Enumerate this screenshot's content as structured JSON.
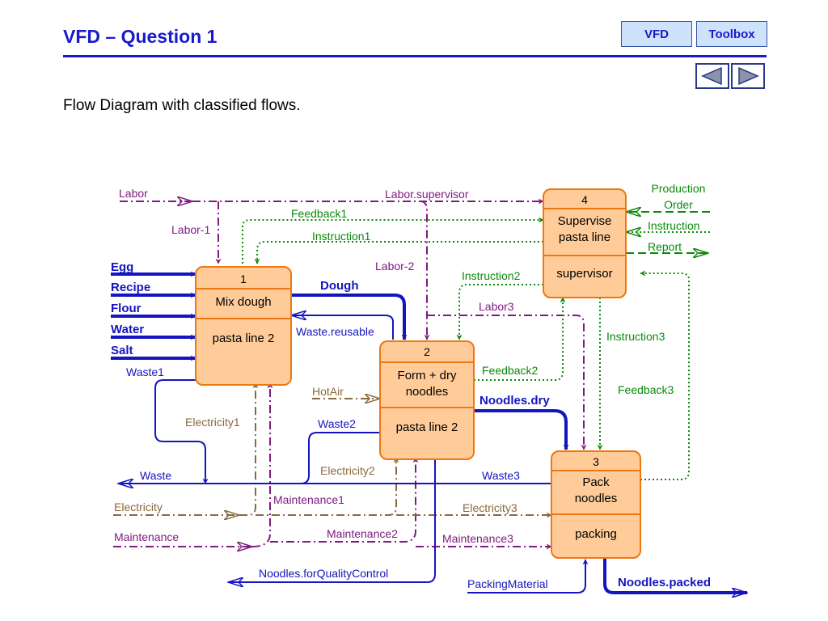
{
  "header": {
    "title": "VFD – Question 1",
    "vfd_label": "VFD",
    "toolbox_label": "Toolbox",
    "subtitle": "Flow Diagram with classified flows."
  },
  "colors": {
    "material": "#1515c0",
    "energy": "#8a6a3c",
    "information": "#0a8a0a",
    "resource": "#801a80",
    "process_fill": "#ffcc99",
    "process_border": "#ee7711",
    "heading": "#1a1acc"
  },
  "processes": {
    "p1": {
      "number": "1",
      "name": "Mix dough",
      "resource": "pasta line 2"
    },
    "p2": {
      "number": "2",
      "name_line1": "Form + dry",
      "name_line2": "noodles",
      "resource": "pasta line 2"
    },
    "p3": {
      "number": "3",
      "name_line1": "Pack",
      "name_line2": "noodles",
      "resource": "packing"
    },
    "p4": {
      "number": "4",
      "name_line1": "Supervise",
      "name_line2": "pasta line",
      "resource": "supervisor"
    }
  },
  "flows": {
    "labor": "Labor",
    "labor_supervisor": "Labor.supervisor",
    "labor_1": "Labor-1",
    "labor_2": "Labor-2",
    "labor_3": "Labor3",
    "feedback1": "Feedback1",
    "instruction1": "Instruction1",
    "instruction2": "Instruction2",
    "instruction3": "Instruction3",
    "feedback2": "Feedback2",
    "feedback3": "Feedback3",
    "production_order_line1": "Production",
    "production_order_line2": "Order",
    "instruction": "Instruction",
    "report": "Report",
    "egg": "Egg",
    "recipe": "Recipe",
    "flour": "Flour",
    "water": "Water",
    "salt": "Salt",
    "dough": "Dough",
    "waste_reusable": "Waste.reusable",
    "waste1": "Waste1",
    "waste2": "Waste2",
    "waste3": "Waste3",
    "waste": "Waste",
    "hot_air": "HotAir",
    "noodles_dry": "Noodles.dry",
    "electricity1": "Electricity1",
    "electricity2": "Electricity2",
    "electricity3": "Electricity3",
    "electricity": "Electricity",
    "maintenance": "Maintenance",
    "maintenance1": "Maintenance1",
    "maintenance2": "Maintenance2",
    "maintenance3": "Maintenance3",
    "noodles_qc": "Noodles.forQualityControl",
    "packing_material": "PackingMaterial",
    "noodles_packed": "Noodles.packed"
  }
}
